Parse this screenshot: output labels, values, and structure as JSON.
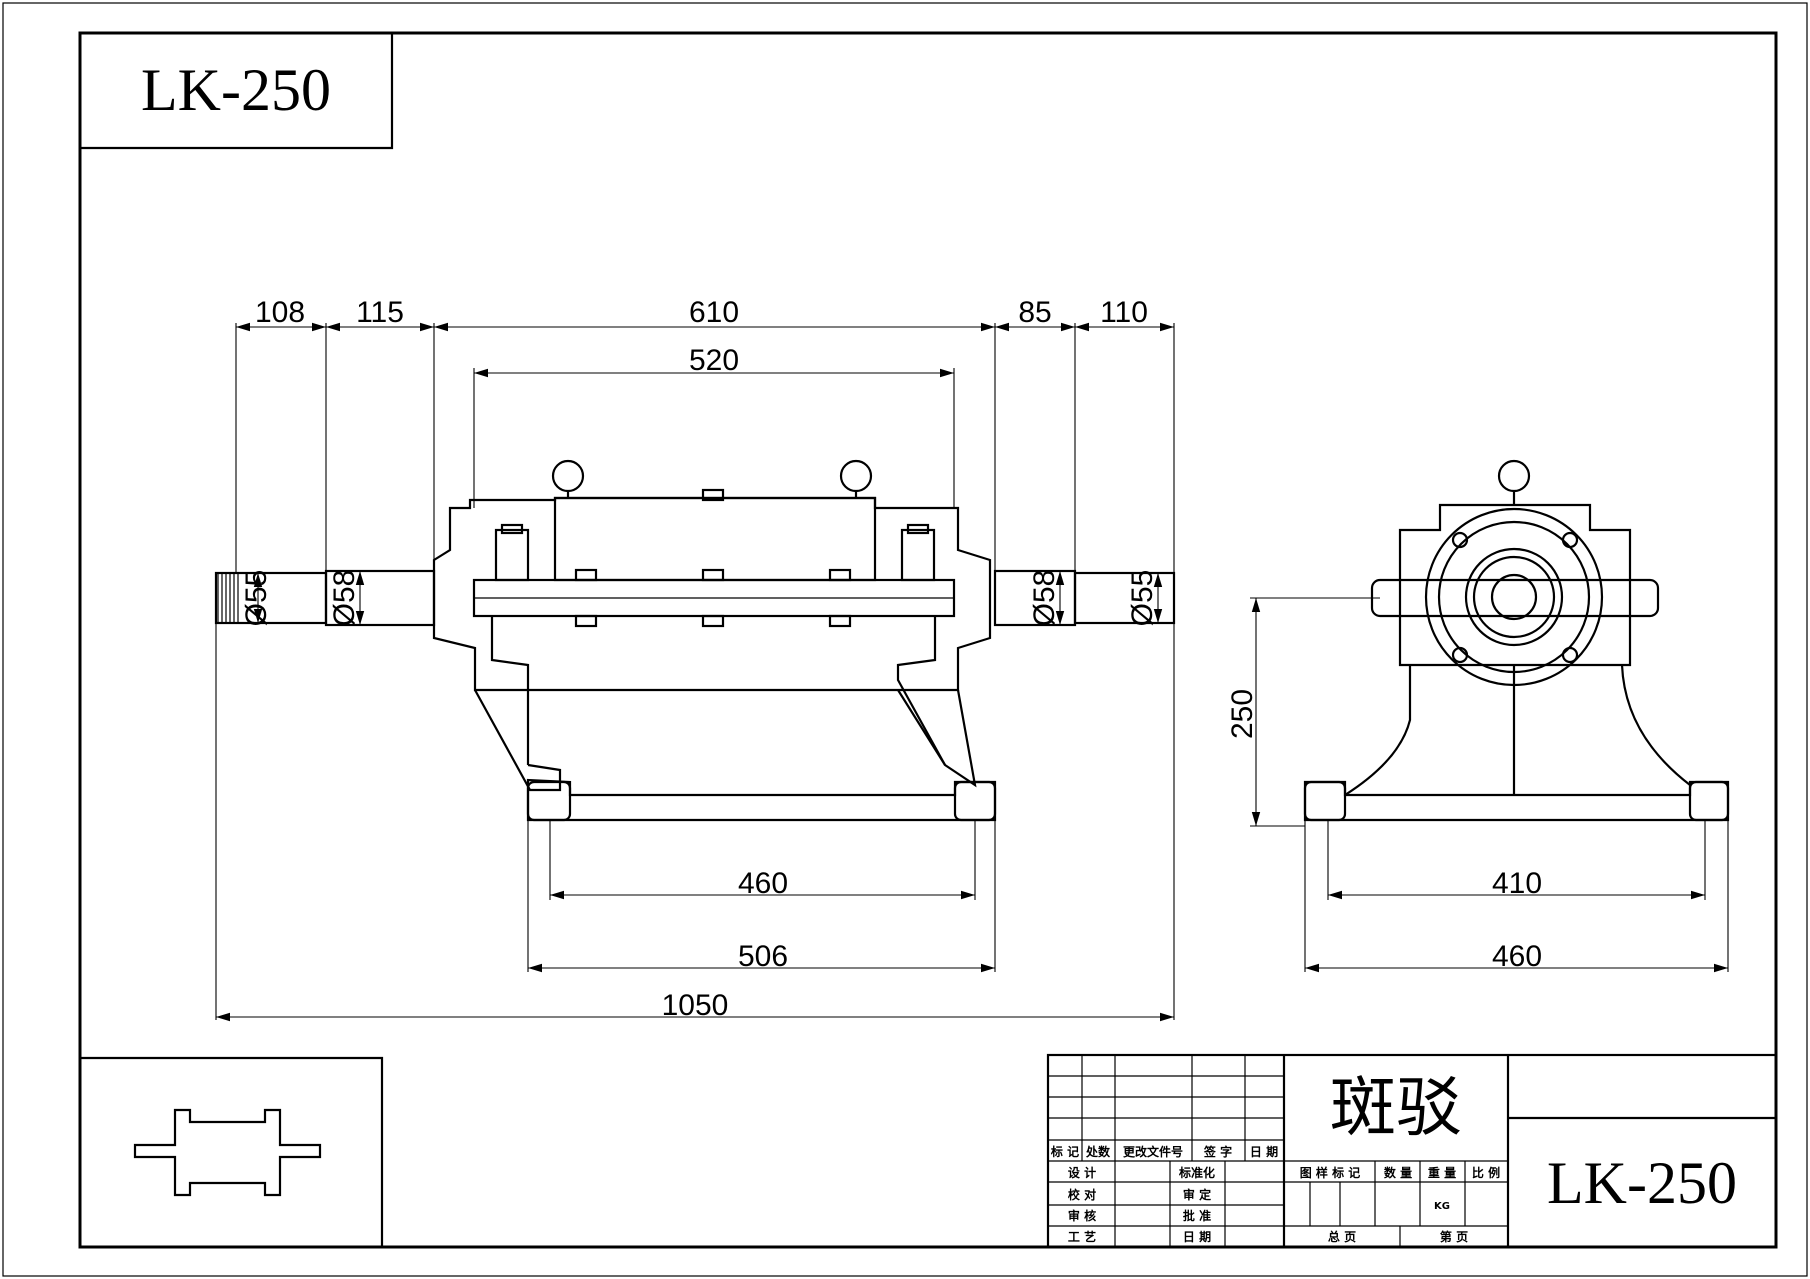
{
  "drawing": {
    "model_top": "LK-250",
    "model_block": "LK-250",
    "name": "斑驳"
  },
  "dimensions": {
    "d108": "108",
    "d115": "115",
    "d610": "610",
    "d85": "85",
    "d110": "110",
    "d520": "520",
    "d460_front": "460",
    "d506": "506",
    "d1050": "1050",
    "d410": "410",
    "d460_side": "460",
    "d250": "250",
    "dia55_left": "Ø55",
    "dia58_left": "Ø58",
    "dia58_right": "Ø58",
    "dia55_right": "Ø55"
  },
  "title_block": {
    "h_mark": "标 记",
    "h_count": "处数",
    "h_doc": "更改文件号",
    "h_sign": "签 字",
    "h_date": "日 期",
    "r_design": "设   计",
    "r_check": "校   对",
    "r_review": "审   核",
    "r_process": "工   艺",
    "r_std": "标准化",
    "r_audit": "审   定",
    "r_approve": "批   准",
    "r_date": "日   期",
    "c_mark": "图 样 标 记",
    "c_qty": "数  量",
    "c_weight": "重  量",
    "c_scale": "比 例",
    "c_unit": "KG",
    "c_total": "总      页",
    "c_sheet": "第      页"
  }
}
